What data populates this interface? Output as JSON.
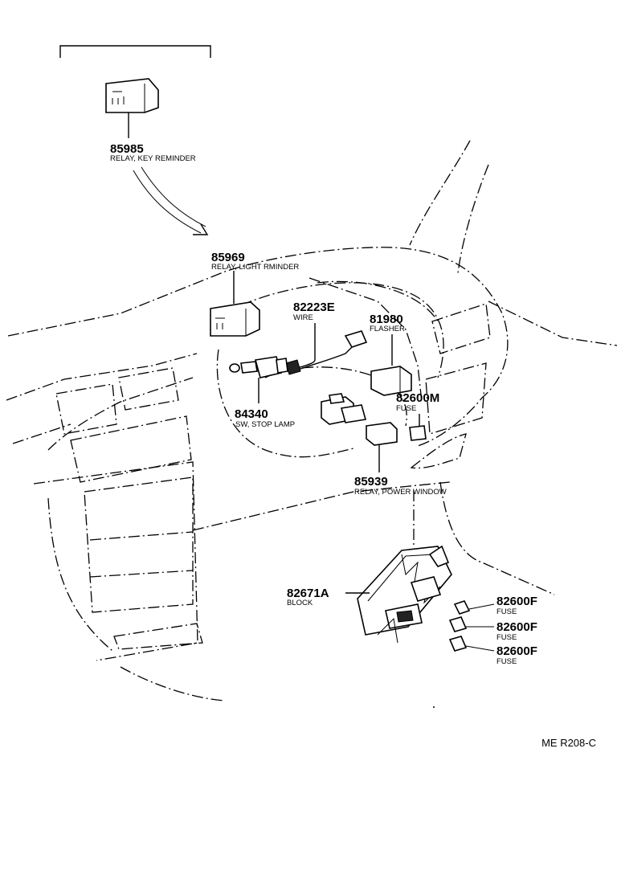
{
  "parts": [
    {
      "id": "key-reminder-relay",
      "number": "85985",
      "name": "RELAY, KEY REMINDER"
    },
    {
      "id": "light-reminder-relay",
      "number": "85969",
      "name": "RELAY, LIGHT RMINDER"
    },
    {
      "id": "wire",
      "number": "82223E",
      "name": "WIRE"
    },
    {
      "id": "flasher",
      "number": "81980",
      "name": "FLASHER"
    },
    {
      "id": "fuse-m",
      "number": "82600M",
      "name": "FUSE"
    },
    {
      "id": "stop-lamp-switch",
      "number": "84340",
      "name": "SW, STOP LAMP"
    },
    {
      "id": "power-window-relay",
      "number": "85939",
      "name": "RELAY, POWER WINDOW"
    },
    {
      "id": "block",
      "number": "82671A",
      "name": "BLOCK"
    },
    {
      "id": "fuse-f1",
      "number": "82600F",
      "name": "FUSE"
    },
    {
      "id": "fuse-f2",
      "number": "82600F",
      "name": "FUSE"
    },
    {
      "id": "fuse-f3",
      "number": "82600F",
      "name": "FUSE"
    }
  ],
  "reference_code": "ME R208-C"
}
